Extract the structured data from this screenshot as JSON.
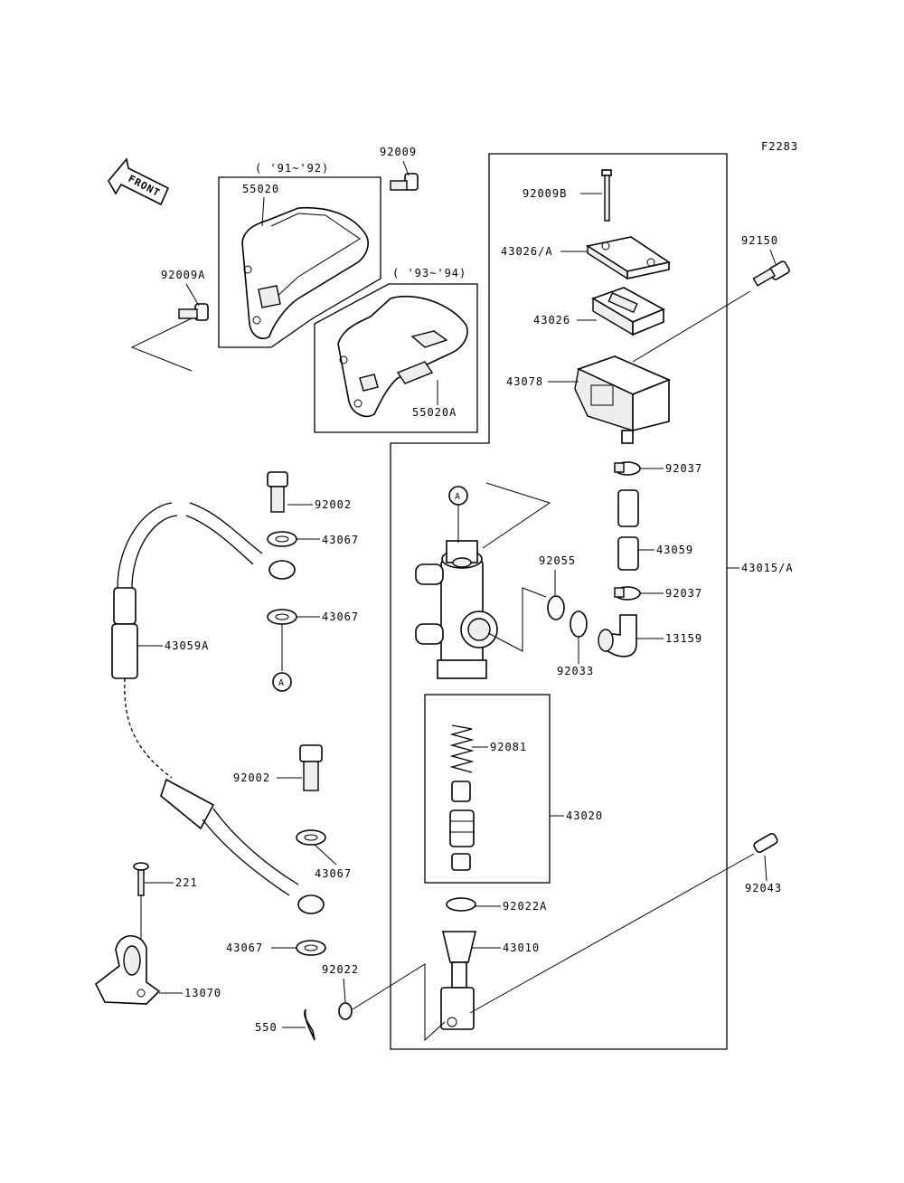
{
  "figure_code": "F2283",
  "front_label": "FRONT",
  "year_labels": {
    "y91_92": "( '91~'92)",
    "y93_94": "( '93~'94)"
  },
  "callout_A": "A",
  "parts": {
    "p92009": "92009",
    "p92009A": "92009A",
    "p55020": "55020",
    "p55020A": "55020A",
    "p92009B": "92009B",
    "p43026A": "43026/A",
    "p43026": "43026",
    "p43078": "43078",
    "p92150": "92150",
    "p92037a": "92037",
    "p92037b": "92037",
    "p43059": "43059",
    "p13159": "13159",
    "p43015A": "43015/A",
    "p92002a": "92002",
    "p43067a": "43067",
    "p43067b": "43067",
    "p43059A": "43059A",
    "p92055": "92055",
    "p92033": "92033",
    "p92081": "92081",
    "p43020": "43020",
    "p92002b": "92002",
    "p43067c": "43067",
    "p43067d": "43067",
    "p221": "221",
    "p13070": "13070",
    "p92022A": "92022A",
    "p43010": "43010",
    "p92022": "92022",
    "p550": "550",
    "p92043": "92043"
  }
}
